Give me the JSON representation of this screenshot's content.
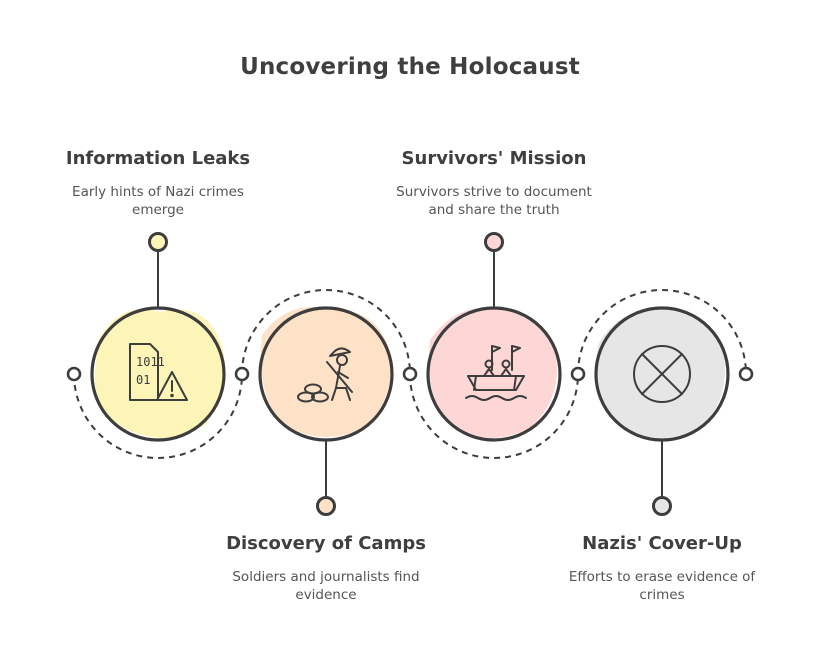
{
  "title": "Uncovering the Holocaust",
  "steps": [
    {
      "heading": "Information Leaks",
      "description": "Early hints of Nazi crimes emerge",
      "icon": "binary-file-warning-icon",
      "fill": "#fdf4b8"
    },
    {
      "heading": "Discovery of Camps",
      "description": "Soldiers and journalists find evidence",
      "icon": "soldier-sandbags-icon",
      "fill": "#fde2c8"
    },
    {
      "heading": "Survivors' Mission",
      "description": "Survivors strive to document and share the truth",
      "icon": "boat-flags-people-icon",
      "fill": "#fdd6d6"
    },
    {
      "heading": "Nazis' Cover-Up",
      "description": "Efforts to erase evidence of crimes",
      "icon": "circle-x-icon",
      "fill": "#e6e6e6"
    }
  ]
}
